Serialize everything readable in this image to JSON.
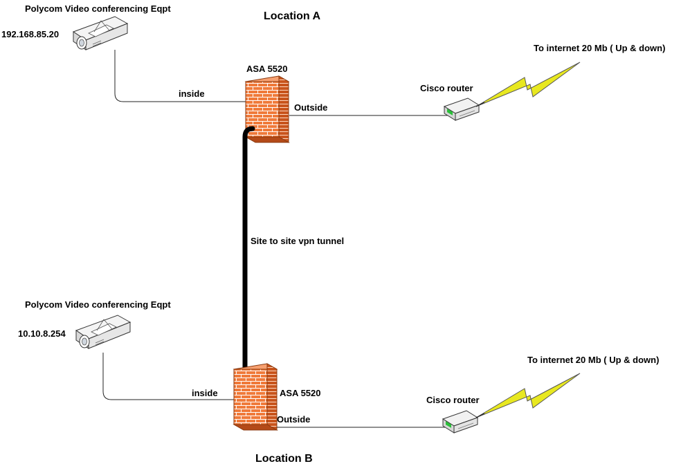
{
  "locations": {
    "a": {
      "title": "Location A",
      "device_title": "Polycom Video conferencing Eqpt",
      "device_ip": "192.168.85.20",
      "inside_label": "inside",
      "firewall_label": "ASA 5520",
      "outside_label": "Outside",
      "router_label": "Cisco router",
      "internet_label": "To internet 20 Mb ( Up & down)"
    },
    "b": {
      "title": "Location B",
      "device_title": "Polycom Video conferencing Eqpt",
      "device_ip": "10.10.8.254",
      "inside_label": "inside",
      "firewall_label": "ASA 5520",
      "outside_label": "Outside",
      "router_label": "Cisco router",
      "internet_label": "To internet 20 Mb ( Up & down)"
    }
  },
  "tunnel": {
    "label": "Site to site vpn tunnel"
  },
  "colors": {
    "firewall_front": "#f07a3a",
    "firewall_side": "#c8541c",
    "firewall_top": "#f7a070",
    "lightning": "#e8e820",
    "router_led": "#2bbf3a"
  }
}
